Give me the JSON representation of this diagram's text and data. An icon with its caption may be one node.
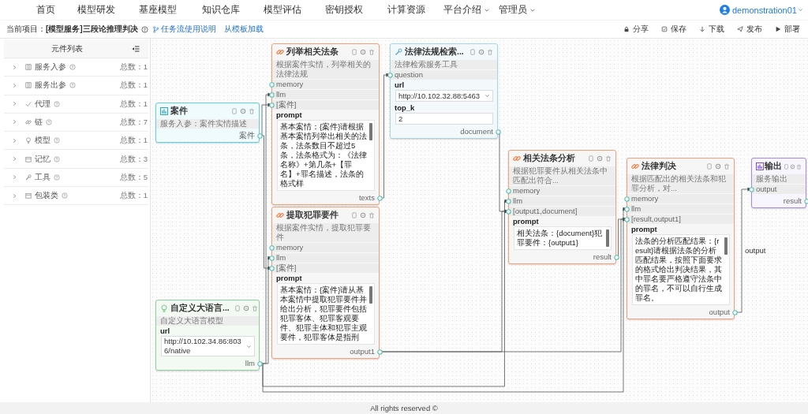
{
  "diagram": {
    "nodes": [
      {
        "text": [
          "案件",
          "服务入参：案件实情描述",
          "案件"
        ]
      },
      {
        "text": [
          "列举相关法条",
          "根据案件实情，列举相关的法律法规",
          "memory",
          "llm",
          "[案件]",
          "prompt",
          "基本案情：{案件}请根据基本案情列举出相关的法条，法条数目不超过5条，法条格式为：《法律名称》+第几条+【罪名】+罪名描述，法条的格式样",
          "texts"
        ]
      },
      {
        "text": [
          "提取犯罪要件",
          "根据案件实情，提取犯罪要件",
          "memory",
          "llm",
          "[案件]",
          "prompt",
          "基本案情：{案件}请从基本案情中提取犯罪要件并给出分析，犯罪要件包括犯罪客体、犯罪客观要件、犯罪主体和犯罪主观要件，犯罪客体是指刑",
          "output1"
        ]
      },
      {
        "text": [
          "法律法规检索...",
          "法律检索服务工具",
          "question",
          "url",
          "http://10.102.32.88:5463",
          "top_k",
          "2",
          "document"
        ]
      },
      {
        "text": [
          "相关法条分析",
          "根据犯罪要件从相关法条中匹配出符合...",
          "memory",
          "llm",
          "[output1,document]",
          "prompt",
          "相关法条：{document}犯罪要件：{output1}",
          "result"
        ]
      },
      {
        "text": [
          "自定义大语言...",
          "自定义大语言模型",
          "url",
          "http://10.102.34.86:8036/native",
          "llm"
        ]
      },
      {
        "text": [
          "法律判决",
          "根据匹配出的相关法条和犯罪分析，对...",
          "memory",
          "llm",
          "[result,output1]",
          "prompt",
          "法条的分析匹配结果：{result}请根据法条的分析匹配结果，按照下面要求的格式给出判决结果，其中罪名要严格遵守法条中的罪名，不可以自行生成罪名。",
          "output"
        ]
      },
      {
        "text": [
          "输出",
          "服务输出",
          "output",
          "result"
        ]
      }
    ],
    "edges": [
      {
        "from": 0,
        "to": 1,
        "arrow": "to"
      },
      {
        "from": 0,
        "to": 2,
        "arrow": "to"
      },
      {
        "from": 5,
        "to": 1,
        "arrow": "to"
      },
      {
        "from": 5,
        "to": 2,
        "arrow": "to"
      },
      {
        "from": 1,
        "to": 3,
        "arrow": "to"
      },
      {
        "from": 3,
        "to": 4,
        "arrow": "to"
      },
      {
        "from": 2,
        "to": 4,
        "arrow": "to"
      },
      {
        "from": 5,
        "to": 4,
        "arrow": "to"
      },
      {
        "from": 2,
        "to": 6,
        "arrow": "to"
      },
      {
        "from": 4,
        "to": 6,
        "arrow": "to"
      },
      {
        "from": 5,
        "to": 6,
        "arrow": "to"
      },
      {
        "from": 6,
        "to": 7,
        "arrow": "to",
        "label": "output"
      }
    ],
    "labels": [
      "首页",
      "模型研发",
      "基座模型",
      "知识仓库",
      "模型评估",
      "密钥授权",
      "计算资源",
      "平台介绍",
      "管理员",
      "demonstration01",
      "当前项目：**[模型服务]三段论推理判决**",
      "任务流使用说明",
      "从模板加载",
      "分享",
      "保存",
      "下载",
      "发布",
      "部署",
      "元件列表",
      "服务入参",
      "总数：1",
      "服务出参",
      "总数：1",
      "代理",
      "总数：1",
      "链",
      "总数：7",
      "模型",
      "总数：1",
      "记忆",
      "总数：3",
      "工具",
      "总数：5",
      "包装类",
      "总数：1",
      "All rights reserved ©"
    ]
  }
}
